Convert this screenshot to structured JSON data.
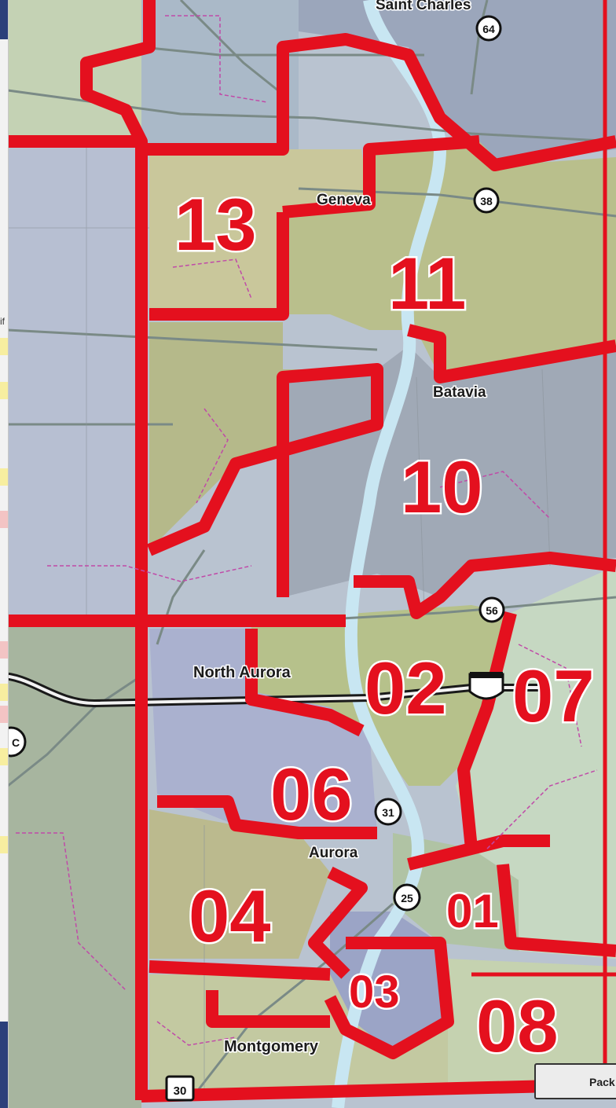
{
  "map": {
    "cities": [
      {
        "id": "saint-charles",
        "label": "Saint Charles"
      },
      {
        "id": "geneva",
        "label": "Geneva"
      },
      {
        "id": "batavia",
        "label": "Batavia"
      },
      {
        "id": "north-aurora",
        "label": "North Aurora"
      },
      {
        "id": "aurora",
        "label": "Aurora"
      },
      {
        "id": "montgomery",
        "label": "Montgomery"
      }
    ],
    "districts": [
      {
        "id": "13",
        "label": "13"
      },
      {
        "id": "11",
        "label": "11"
      },
      {
        "id": "10",
        "label": "10"
      },
      {
        "id": "02",
        "label": "02"
      },
      {
        "id": "07",
        "label": "07"
      },
      {
        "id": "06",
        "label": "06"
      },
      {
        "id": "04",
        "label": "04"
      },
      {
        "id": "01",
        "label": "01"
      },
      {
        "id": "03",
        "label": "03"
      },
      {
        "id": "08",
        "label": "08"
      }
    ],
    "route_shields": [
      {
        "id": "route-64",
        "label": "64"
      },
      {
        "id": "route-38",
        "label": "38"
      },
      {
        "id": "route-56",
        "label": "56"
      },
      {
        "id": "route-31",
        "label": "31"
      },
      {
        "id": "route-25",
        "label": "25"
      },
      {
        "id": "route-30",
        "label": "30"
      },
      {
        "id": "route-partial",
        "label": "C"
      }
    ],
    "colors": {
      "district_border": "#e4101e",
      "river": "#c8e6f2",
      "road": "#7a8a86",
      "interstate": "#1a1a1a"
    }
  },
  "side_strip": {
    "partial_text": "if"
  },
  "partial_button": {
    "label": "Pack"
  }
}
